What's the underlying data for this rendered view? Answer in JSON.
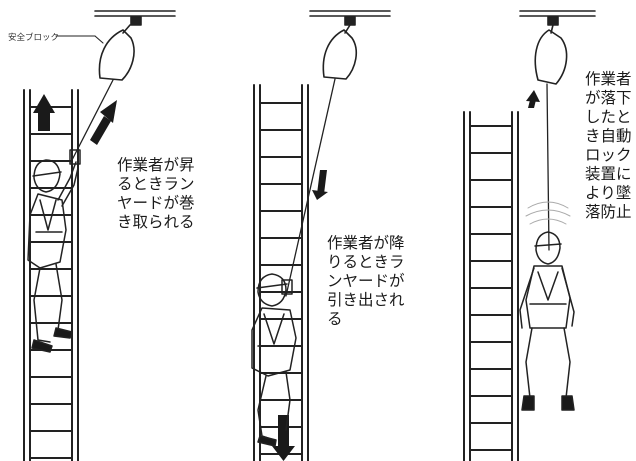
{
  "labels": {
    "safety_block": "安全ブロック"
  },
  "captions": {
    "ascending_lines": [
      "作業者が昇",
      "るときラン",
      "ヤードが巻",
      "き取られる"
    ],
    "descending_lines": [
      "作業者が降",
      "りるときラ",
      "ンヤードが",
      "引き出され",
      "る"
    ],
    "fall_lines": [
      "作業者",
      "が落下",
      "したと",
      "き自動",
      "ロック",
      "装置に",
      "より墜",
      "落防止"
    ]
  },
  "icons": [
    "safety-block-icon",
    "ladder-icon",
    "worker-icon",
    "arrow-up-icon",
    "arrow-down-icon"
  ]
}
